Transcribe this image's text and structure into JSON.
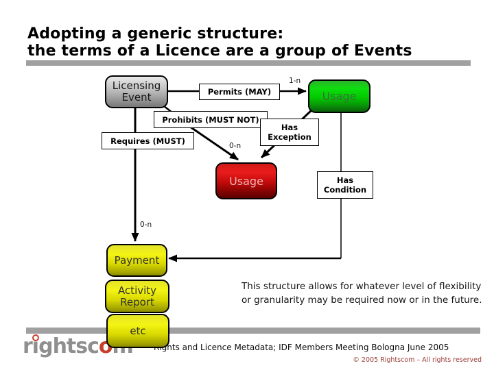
{
  "title": {
    "line1": "Adopting a generic structure:",
    "line2": "the terms of a Licence are a group of Events"
  },
  "nodes": {
    "licensing_event": "Licensing Event",
    "usage_permitted": "Usage",
    "usage_prohibited": "Usage",
    "payment": "Payment",
    "activity_report": "Activity Report",
    "etc": "etc"
  },
  "edge_labels": {
    "permits": "Permits (MAY)",
    "prohibits": "Prohibits (MUST NOT)",
    "requires": "Requires (MUST)",
    "has_exception": "Has Exception",
    "has_condition": "Has Condition"
  },
  "multiplicities": {
    "permits": "1-n",
    "prohibits": "0-n",
    "requires": "0-n"
  },
  "body_text": "This structure allows for whatever level of flexibility or granularity may be required now or in the future.",
  "footer": {
    "logo": {
      "p1": "r",
      "p2": "i",
      "p3": "ghtsc",
      "p4": "o",
      "p5": "m"
    },
    "event_line": "Rights and Licence Metadata; IDF Members Meeting Bologna June 2005",
    "copyright": "© 2005 Rightscom – All rights reserved"
  },
  "colors": {
    "divider_gray": "#a0a0a0",
    "node_green": "#00cc00",
    "node_red": "#c00a0a",
    "node_yellow": "#e0e000",
    "node_gray": "#b0b0b0",
    "logo_gray": "#8f8f8f",
    "logo_red": "#c7402c",
    "copyright_red": "#993b33"
  }
}
